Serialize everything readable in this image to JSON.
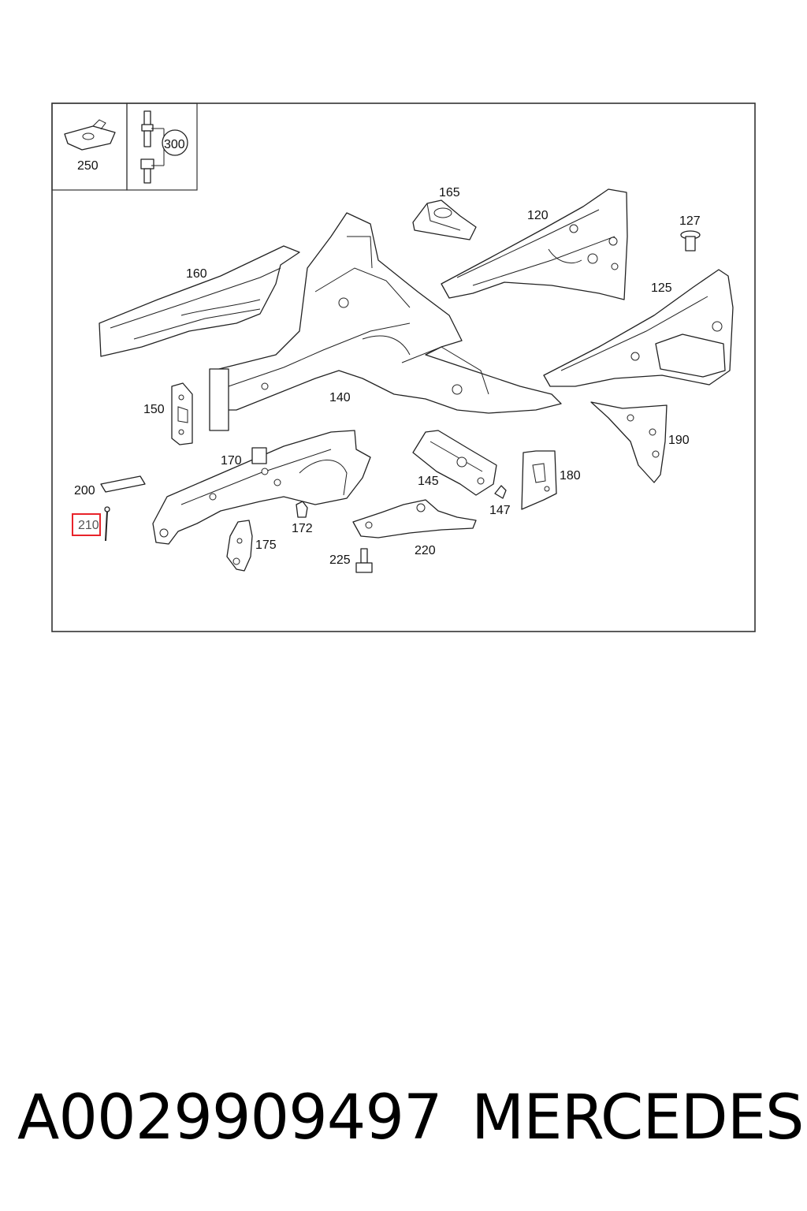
{
  "diagram": {
    "callouts": {
      "c250": "250",
      "c300": "300",
      "c165": "165",
      "c120": "120",
      "c127": "127",
      "c160": "160",
      "c125": "125",
      "c150": "150",
      "c140": "140",
      "c190": "190",
      "c170": "170",
      "c200": "200",
      "c145": "145",
      "c180": "180",
      "c210": "210",
      "c172": "172",
      "c147": "147",
      "c175": "175",
      "c220": "220",
      "c225": "225"
    },
    "highlighted_callout": "210",
    "highlight_color": "#e8232a"
  },
  "footer": {
    "part_number": "A0029909497",
    "brand": "MERCEDES"
  }
}
